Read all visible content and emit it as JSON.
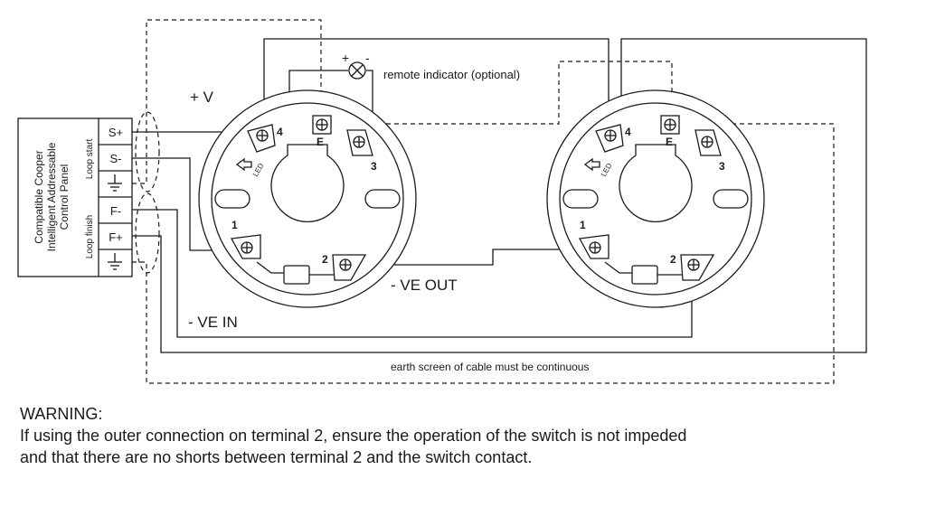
{
  "panel": {
    "title_lines": [
      "Compatible Cooper",
      "Intelligent Addressable",
      "Control Panel"
    ],
    "loop_start": "Loop start",
    "loop_finish": "Loop finish",
    "terminals": [
      "S+",
      "S-",
      "F-",
      "F+"
    ]
  },
  "labels": {
    "plus_v": "+ V",
    "remote_indicator": "remote indicator (optional)",
    "plus_sign": "+",
    "minus_sign": "-",
    "ve_out": "- VE OUT",
    "ve_in": "- VE IN",
    "earth_note": "earth screen of cable must be continuous",
    "led": "LED"
  },
  "bases": [
    {
      "terminals": [
        "4",
        "E",
        "3",
        "1",
        "2"
      ]
    },
    {
      "terminals": [
        "4",
        "E",
        "3",
        "1",
        "2"
      ]
    }
  ],
  "warning": {
    "title": "WARNING:",
    "line1": "If using the outer connection on terminal 2, ensure the operation of the switch is not impeded",
    "line2": "and that there are no shorts between terminal 2 and the switch contact."
  },
  "colors": {
    "ink": "#1a1a1a",
    "background": "#ffffff"
  }
}
